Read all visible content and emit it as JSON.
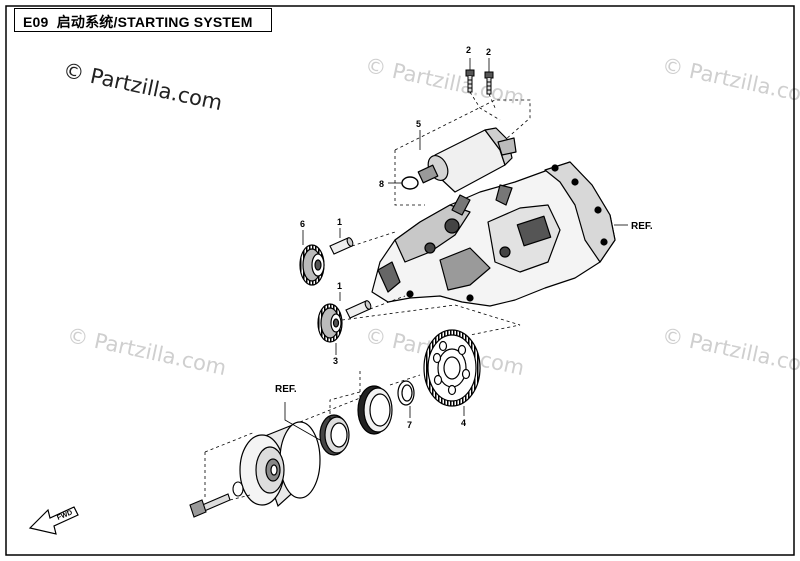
{
  "header": {
    "code": "E09",
    "title": "启动系统/STARTING SYSTEM"
  },
  "watermarks": {
    "main": "© Partzilla.com",
    "faded": "© Partzilla.com"
  },
  "callouts": {
    "bolt_left": "2",
    "bolt_right": "2",
    "starter_motor": "5",
    "o_ring": "8",
    "idle_gear_upper": "6",
    "shaft_upper": "1",
    "shaft_lower": "1",
    "idle_gear_lower": "3",
    "starter_gear": "4",
    "washer": "7"
  },
  "refs": {
    "crankcase": "REF.",
    "flywheel": "REF."
  },
  "direction_arrow": {
    "label": "FWD"
  }
}
